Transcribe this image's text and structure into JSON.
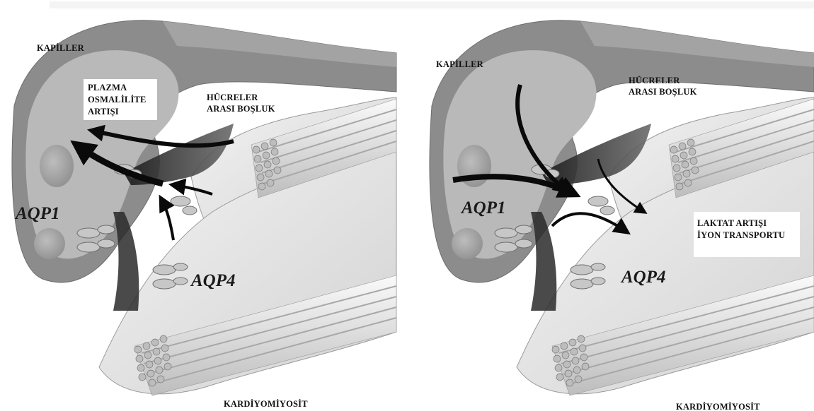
{
  "panels": [
    {
      "capillary_label": "KAPİLLER",
      "interstitial_label": [
        "HÜCRELER",
        "ARASI BOŞLUK"
      ],
      "condition_label": [
        "PLAZMA",
        "OSMALİLİTE",
        "ARTIŞI"
      ],
      "aqp1_label": "AQP1",
      "aqp4_label": "AQP4",
      "cardiomyocyte_label": "KARDİYOMİYOSİT"
    },
    {
      "capillary_label": "KAPİLLER",
      "interstitial_label": [
        "HÜCRELER",
        "ARASI BOŞLUK"
      ],
      "condition_label": [
        "LAKTAT ARTIŞI",
        "İYON TRANSPORTU"
      ],
      "aqp1_label": "AQP1",
      "aqp4_label": "AQP4",
      "cardiomyocyte_label": "KARDİYOMİYOSİT"
    }
  ],
  "colors": {
    "capillary_wall": "#8c8c8c",
    "capillary_lumen": "#b9b9b9",
    "cell_body": "#e6e6e6",
    "arrow": "#0a0a0a"
  }
}
